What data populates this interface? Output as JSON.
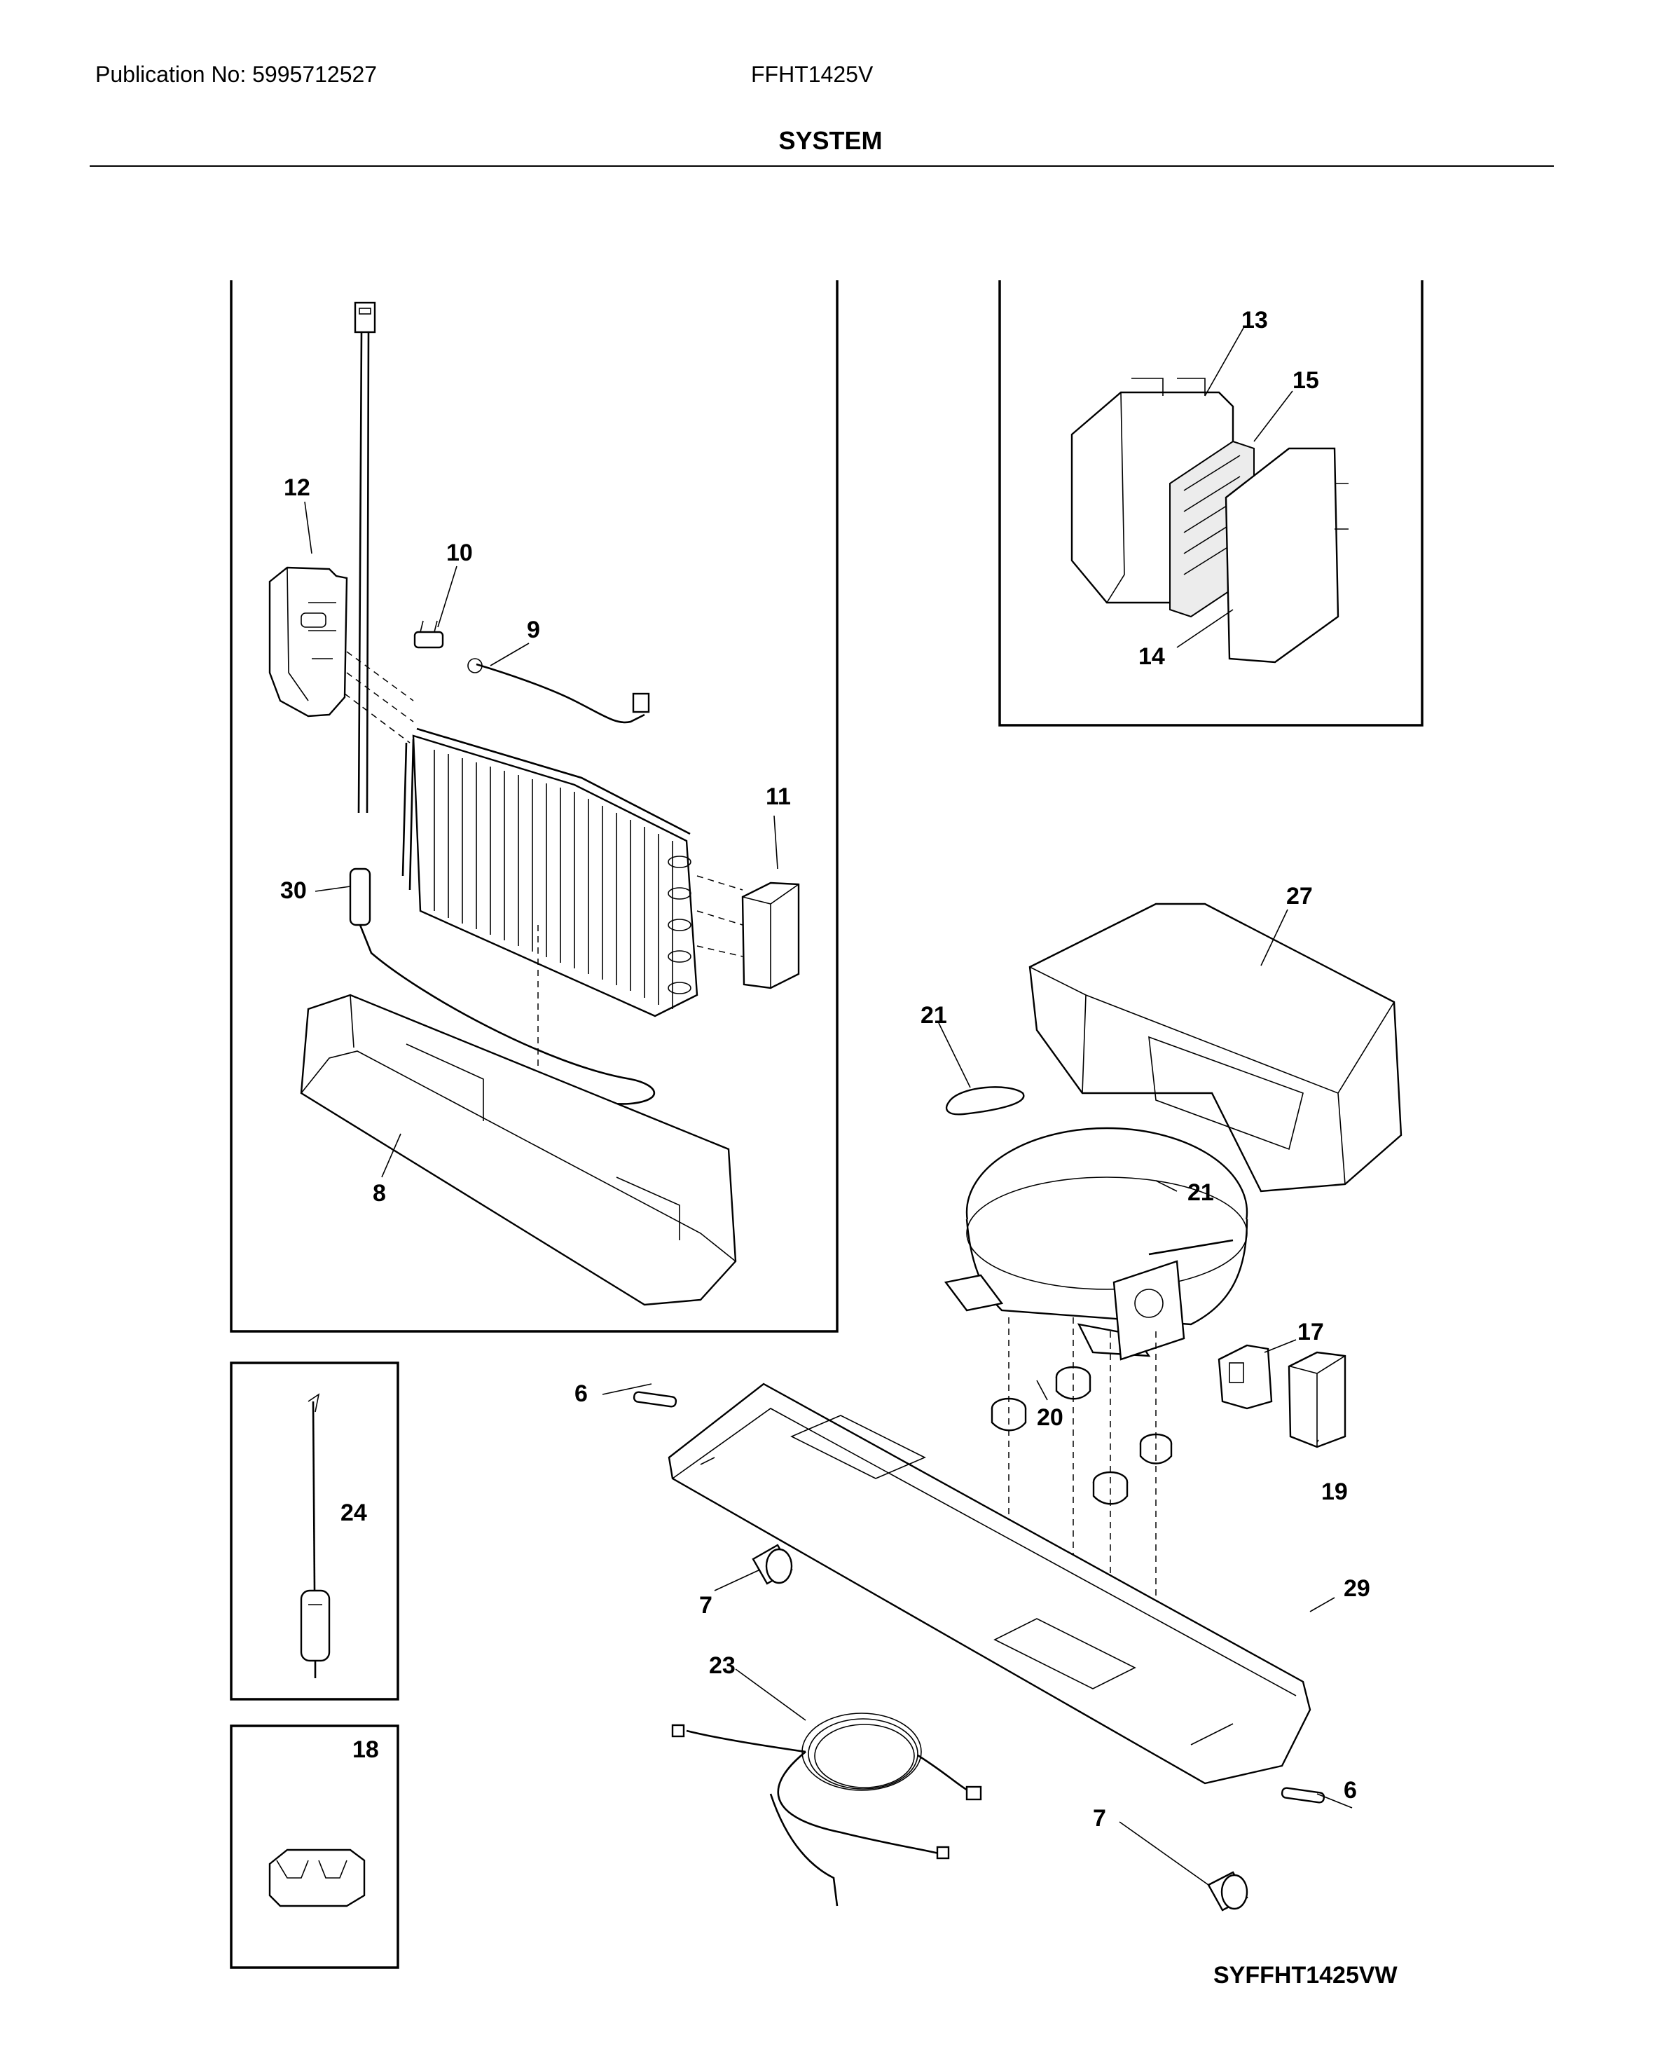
{
  "header": {
    "publication": "Publication No: 5995712527",
    "model": "FFHT1425V",
    "section_title": "SYSTEM"
  },
  "diagram_code": "SYFFHT1425VW",
  "callouts": {
    "c6a": "6",
    "c6b": "6",
    "c7a": "7",
    "c7b": "7",
    "c8": "8",
    "c9": "9",
    "c10": "10",
    "c11": "11",
    "c12": "12",
    "c13": "13",
    "c14": "14",
    "c15": "15",
    "c17": "17",
    "c18": "18",
    "c19": "19",
    "c20": "20",
    "c21a": "21",
    "c21b": "21",
    "c23": "23",
    "c24": "24",
    "c27": "27",
    "c29": "29",
    "c30": "30"
  }
}
